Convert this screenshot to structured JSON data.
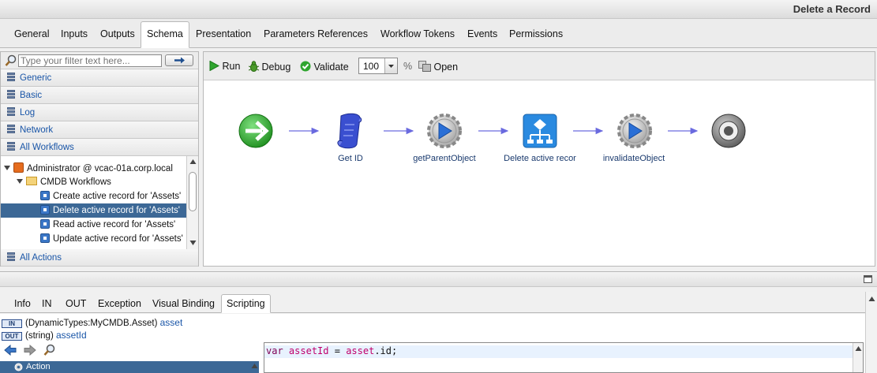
{
  "window": {
    "title": "Delete a Record"
  },
  "tabs": [
    {
      "label": "General",
      "active": false
    },
    {
      "label": "Inputs",
      "active": false
    },
    {
      "label": "Outputs",
      "active": false
    },
    {
      "label": "Schema",
      "active": true
    },
    {
      "label": "Presentation",
      "active": false
    },
    {
      "label": "Parameters References",
      "active": false
    },
    {
      "label": "Workflow Tokens",
      "active": false
    },
    {
      "label": "Events",
      "active": false
    },
    {
      "label": "Permissions",
      "active": false
    }
  ],
  "palette": {
    "filter_placeholder": "Type your filter text here...",
    "categories": [
      "Generic",
      "Basic",
      "Log",
      "Network",
      "All Workflows"
    ],
    "bottom_category": "All Actions",
    "tree": {
      "server": "Administrator @ vcac-01a.corp.local",
      "folder": "CMDB Workflows",
      "items": [
        "Create active record for 'Assets'",
        "Delete active record for 'Assets'",
        "Read active record for 'Assets'",
        "Update active record for 'Assets'"
      ],
      "selected_index": 1
    }
  },
  "schema_toolbar": {
    "run": "Run",
    "debug": "Debug",
    "validate": "Validate",
    "zoom": "100",
    "percent": "%",
    "open": "Open"
  },
  "schema_nodes": {
    "start": "",
    "get_id": "Get ID",
    "get_parent": "getParentObject",
    "delete_active": "Delete active recor",
    "invalidate": "invalidateObject",
    "end": ""
  },
  "bottom_tabs": [
    {
      "label": "Info",
      "active": false
    },
    {
      "label": "IN",
      "active": false
    },
    {
      "label": "OUT",
      "active": false
    },
    {
      "label": "Exception",
      "active": false
    },
    {
      "label": "Visual Binding",
      "active": false
    },
    {
      "label": "Scripting",
      "active": true
    }
  ],
  "bindings": {
    "in_badge": "IN",
    "out_badge": "OUT",
    "in_type": "(DynamicTypes:MyCMDB.Asset)",
    "in_name": "asset",
    "out_type": "(string)",
    "out_name": "assetId"
  },
  "action_list": {
    "selected": "Action"
  },
  "script": {
    "kw": "var",
    "lhs": "assetId",
    "op": " = ",
    "rhs_obj": "asset",
    "rhs_rest": ".id;"
  },
  "colors": {
    "selection": "#3c6896",
    "accent": "#1a56a8",
    "run_green": "#2fa52f"
  }
}
